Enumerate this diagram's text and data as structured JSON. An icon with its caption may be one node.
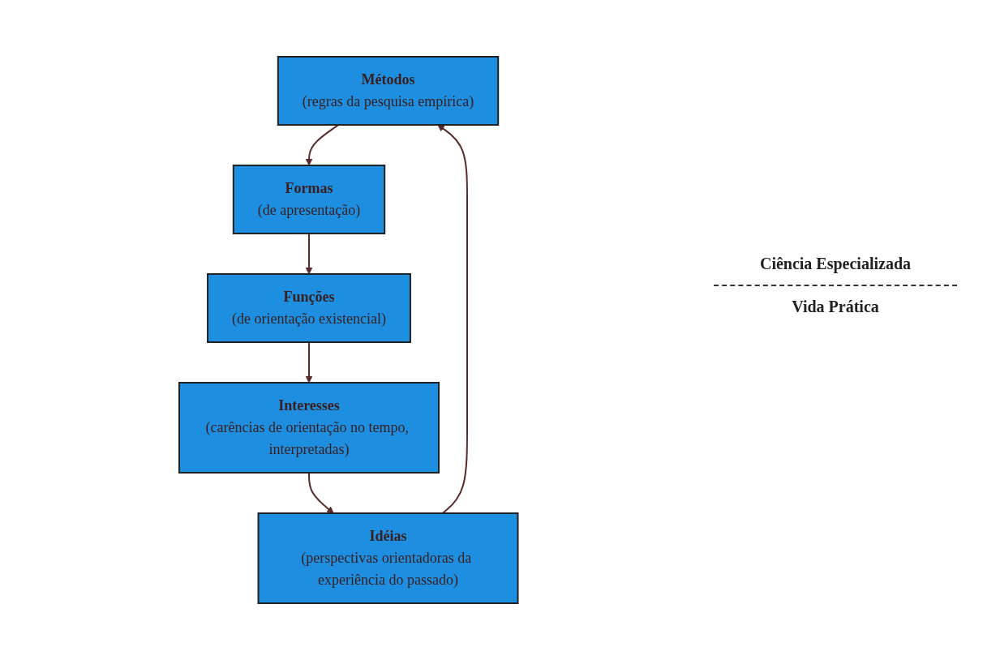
{
  "diagram": {
    "nodes": [
      {
        "text": [
          "Métodos",
          "(regras da pesquisa empírica)"
        ]
      },
      {
        "text": [
          "Idéias",
          "(perspectivas orientadoras da experiência do passado)"
        ]
      },
      {
        "text": [
          "Formas",
          "(de apresentação)"
        ]
      },
      {
        "text": [
          "Interesses",
          "(carências de orientação no tempo, interpretadas)"
        ]
      },
      {
        "text": [
          "Funções",
          "(de orientação existencial)"
        ]
      }
    ],
    "edges": [
      {
        "from": 1,
        "to": 0,
        "arrow": "to"
      },
      {
        "from": 0,
        "to": 2,
        "arrow": "to"
      },
      {
        "from": 2,
        "to": 4,
        "arrow": "to"
      },
      {
        "from": 4,
        "to": 3,
        "arrow": "to"
      },
      {
        "from": 3,
        "to": 1,
        "arrow": "to"
      }
    ],
    "labels": [
      "Ciência Especializada",
      "Vida Prática"
    ]
  }
}
